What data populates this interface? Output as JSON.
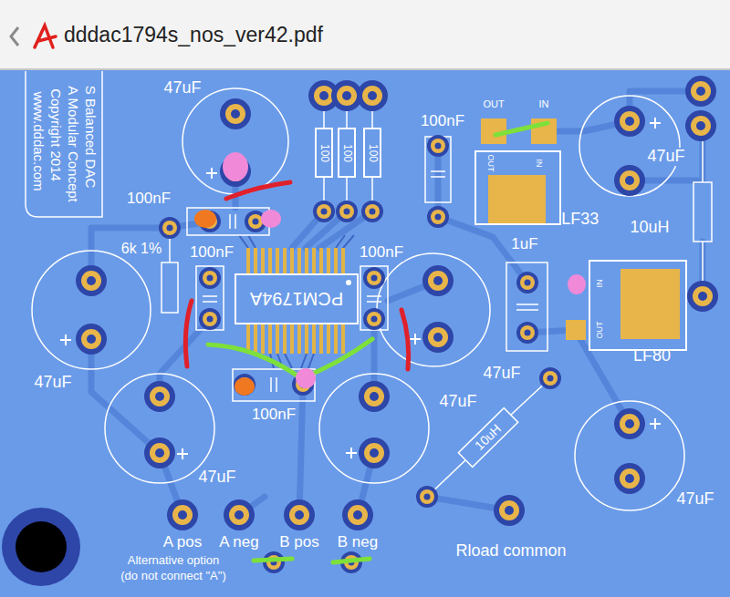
{
  "diagram": {
    "title": "dddac1794s_nos_ver42.pdf",
    "nodes": [
      {
        "text": [
          "100"
        ]
      },
      {
        "text": [
          "100"
        ]
      },
      {
        "text": [
          "100"
        ]
      },
      {
        "text": [
          "OUT",
          "IN",
          "LF33"
        ]
      },
      {
        "text": [
          "PCM1794A"
        ]
      },
      {
        "text": [
          "IN",
          "OUT",
          "LF80"
        ]
      }
    ],
    "labels": [
      "S Balanced DAC",
      "A Modular Concept",
      "Copyright 2014",
      "www.dddac.com",
      "47uF",
      "100nF",
      "6k 1%",
      "100nF",
      "100nF",
      "47uF",
      "47uF",
      "100nF",
      "47uF",
      "100nF",
      "OUT",
      "IN",
      "47uF",
      "10uH",
      "1uF",
      "47uF",
      "10uH",
      "47uF",
      "A pos",
      "A neg",
      "B pos",
      "B neg",
      "Alternative option",
      "(do not connect \"A\")",
      "Rload common"
    ]
  }
}
